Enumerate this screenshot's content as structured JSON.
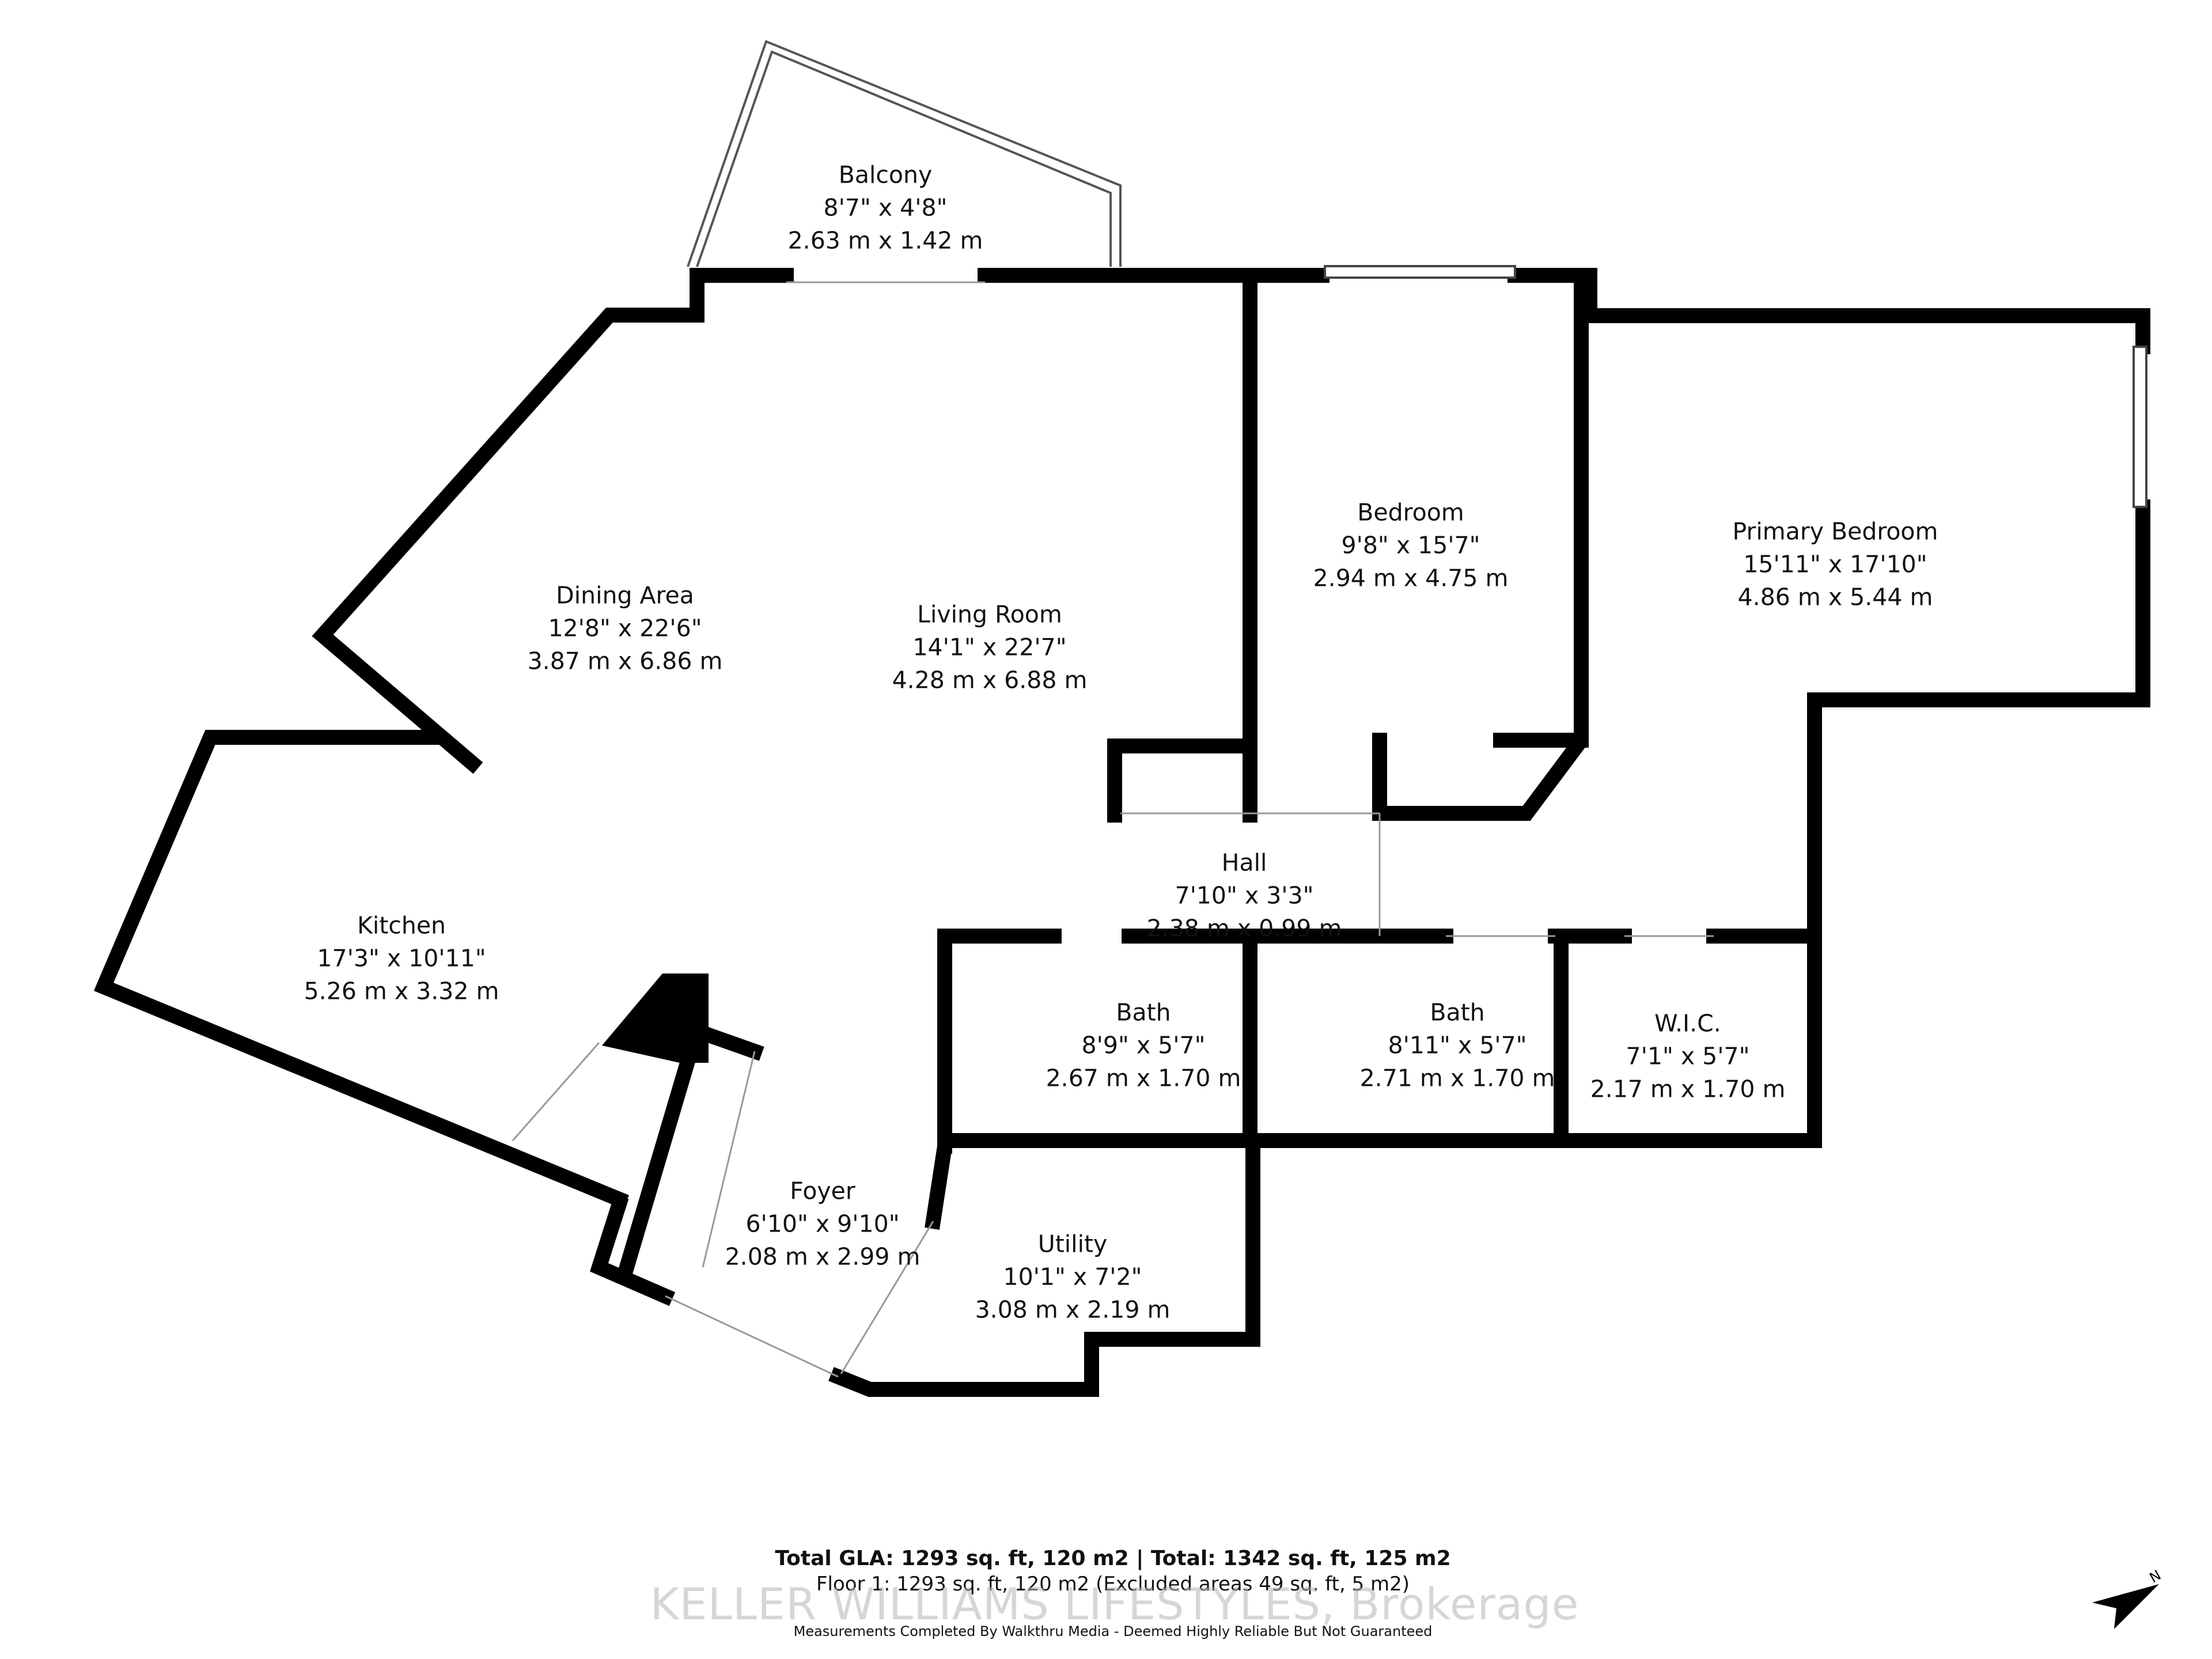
{
  "rooms": {
    "balcony": {
      "name": "Balcony",
      "imperial": "8'7\" x 4'8\"",
      "metric": "2.63 m x 1.42 m"
    },
    "dining": {
      "name": "Dining Area",
      "imperial": "12'8\" x 22'6\"",
      "metric": "3.87 m x 6.86 m"
    },
    "living": {
      "name": "Living Room",
      "imperial": "14'1\" x 22'7\"",
      "metric": "4.28 m x 6.88 m"
    },
    "bedroom": {
      "name": "Bedroom",
      "imperial": "9'8\" x 15'7\"",
      "metric": "2.94 m x 4.75 m"
    },
    "primary": {
      "name": "Primary Bedroom",
      "imperial": "15'11\" x 17'10\"",
      "metric": "4.86 m x 5.44 m"
    },
    "kitchen": {
      "name": "Kitchen",
      "imperial": "17'3\" x 10'11\"",
      "metric": "5.26 m x 3.32 m"
    },
    "hall": {
      "name": "Hall",
      "imperial": "7'10\" x 3'3\"",
      "metric": "2.38 m x 0.99 m"
    },
    "bath1": {
      "name": "Bath",
      "imperial": "8'9\" x 5'7\"",
      "metric": "2.67 m x 1.70 m"
    },
    "bath2": {
      "name": "Bath",
      "imperial": "8'11\" x 5'7\"",
      "metric": "2.71 m x 1.70 m"
    },
    "wic": {
      "name": "W.I.C.",
      "imperial": "7'1\" x 5'7\"",
      "metric": "2.17 m x 1.70 m"
    },
    "foyer": {
      "name": "Foyer",
      "imperial": "6'10\" x 9'10\"",
      "metric": "2.08 m x 2.99 m"
    },
    "utility": {
      "name": "Utility",
      "imperial": "10'1\" x 7'2\"",
      "metric": "3.08 m x 2.19 m"
    }
  },
  "footer": {
    "totals": "Total GLA: 1293 sq. ft, 120 m2 | Total: 1342 sq. ft, 125 m2",
    "floor": "Floor 1: 1293 sq. ft, 120 m2 (Excluded areas 49 sq. ft, 5 m2)",
    "disclaimer": "Measurements Completed By Walkthru Media - Deemed Highly Reliable But Not Guaranteed",
    "watermark": "KELLER WILLIAMS LIFESTYLES, Brokerage"
  },
  "compass": {
    "icon": "north-arrow-icon",
    "label": "N"
  }
}
